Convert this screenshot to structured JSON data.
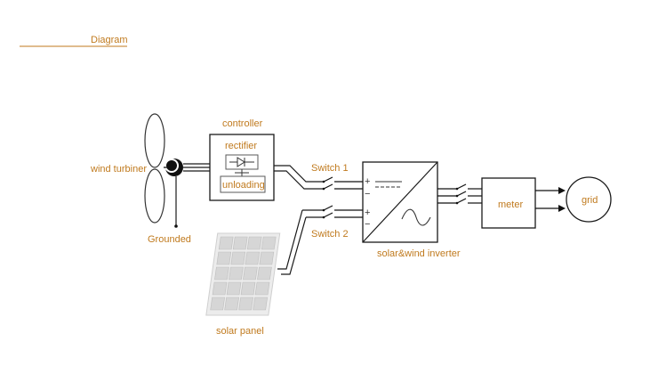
{
  "header": {
    "title": "Diagram"
  },
  "labels": {
    "wind_turbine": "wind turbiner",
    "grounded": "Grounded",
    "controller": "controller",
    "rectifier": "rectifier",
    "unloading": "unloading",
    "switch1": "Switch  1",
    "switch2": "Switch 2",
    "inverter": "solar&wind inverter",
    "meter": "meter",
    "grid": "grid",
    "solar_panel": "solar panel",
    "plus": "+",
    "minus": "−"
  },
  "colors": {
    "label": "#c07a1e",
    "title_underline": "#c07a1e",
    "line": "#1a1a1a"
  }
}
